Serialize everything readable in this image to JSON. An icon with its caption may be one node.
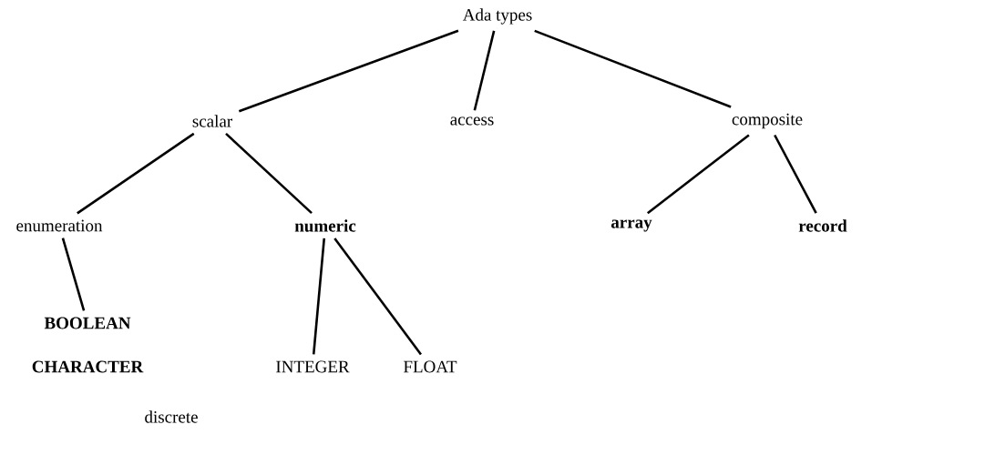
{
  "diagram": {
    "nodes": [
      {
        "text": [
          "Ada types"
        ]
      },
      {
        "text": [
          "scalar"
        ]
      },
      {
        "text": [
          "access"
        ]
      },
      {
        "text": [
          "composite"
        ]
      },
      {
        "text": [
          "enumeration"
        ]
      },
      {
        "text": [
          "numeric"
        ]
      },
      {
        "text": [
          "array"
        ]
      },
      {
        "text": [
          "record"
        ]
      },
      {
        "text": [
          "BOOLEAN"
        ]
      },
      {
        "text": [
          "CHARACTER"
        ]
      },
      {
        "text": [
          "INTEGER"
        ]
      },
      {
        "text": [
          "FLOAT"
        ]
      }
    ],
    "edges": [
      {
        "from": 0,
        "to": 1,
        "arrow": "none"
      },
      {
        "from": 0,
        "to": 2,
        "arrow": "none"
      },
      {
        "from": 0,
        "to": 3,
        "arrow": "none"
      },
      {
        "from": 1,
        "to": 4,
        "arrow": "none"
      },
      {
        "from": 1,
        "to": 5,
        "arrow": "none"
      },
      {
        "from": 3,
        "to": 6,
        "arrow": "none"
      },
      {
        "from": 3,
        "to": 7,
        "arrow": "none"
      },
      {
        "from": 4,
        "to": 8,
        "arrow": "none"
      },
      {
        "from": 5,
        "to": 10,
        "arrow": "none"
      },
      {
        "from": 5,
        "to": 11,
        "arrow": "none"
      }
    ],
    "labels": [
      "discrete"
    ]
  }
}
